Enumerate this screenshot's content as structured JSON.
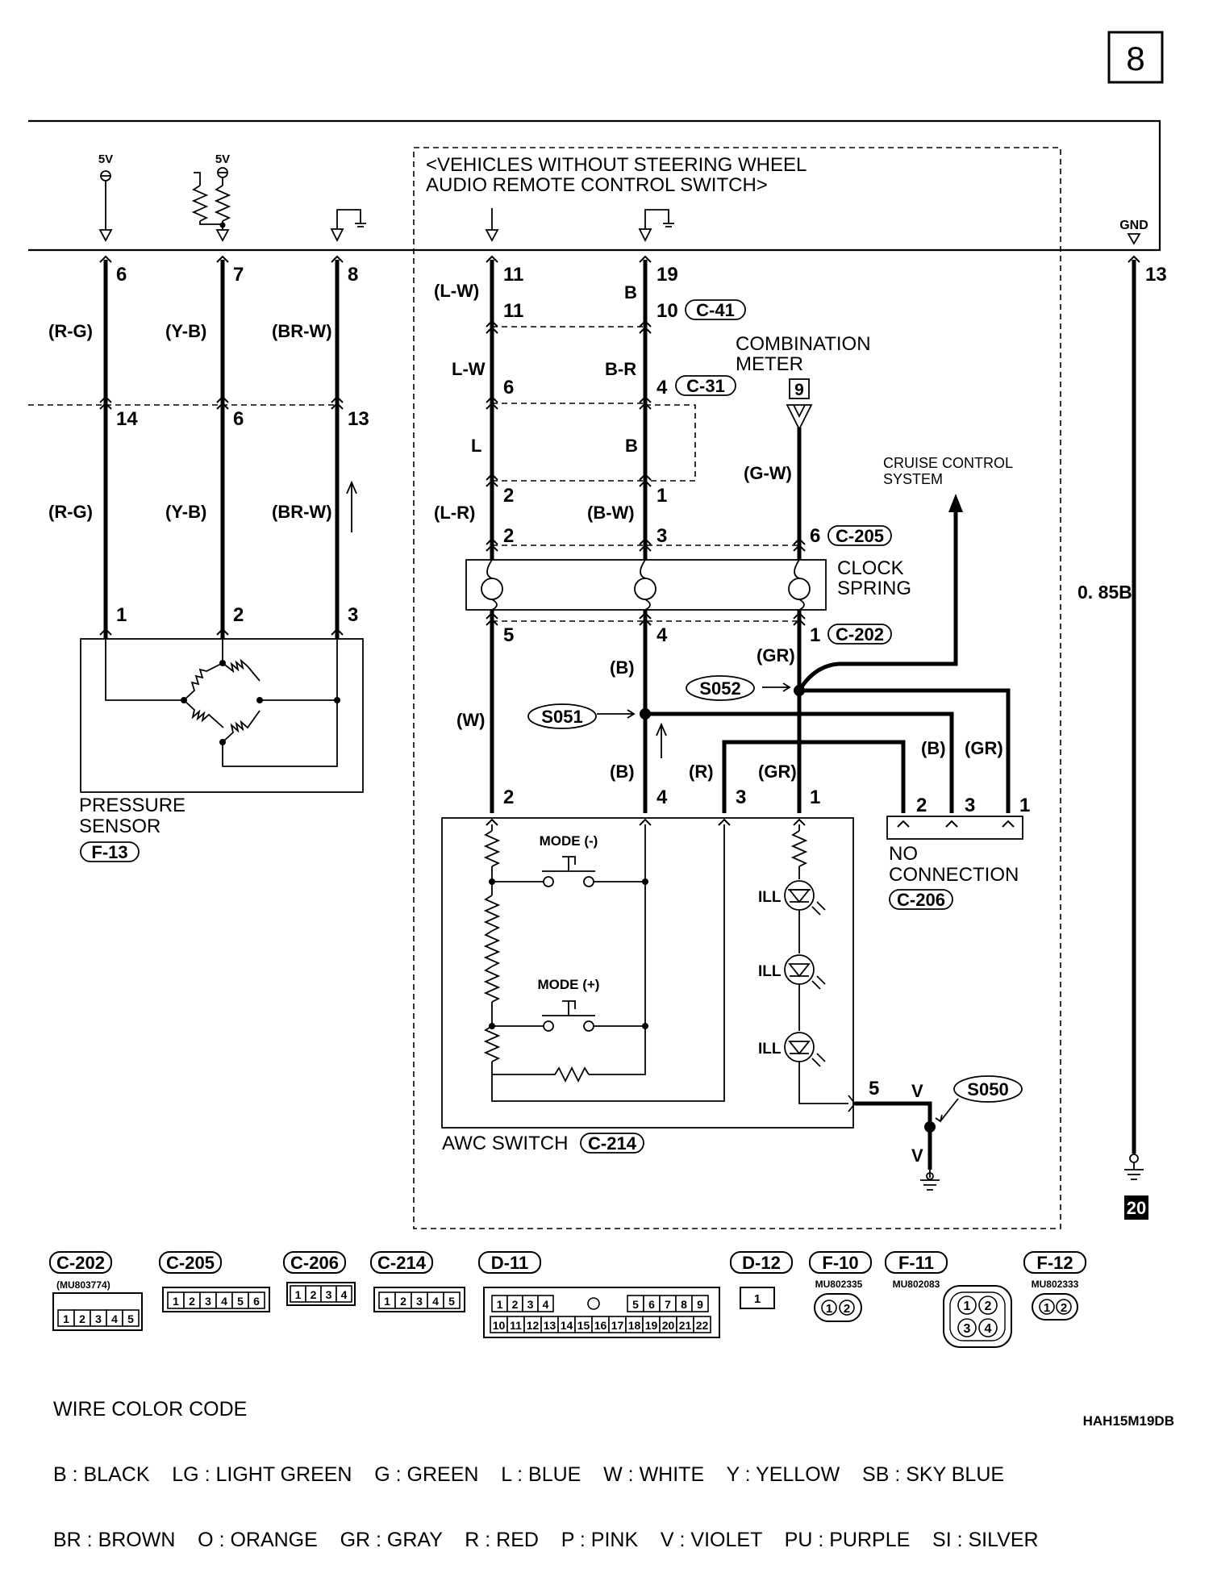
{
  "page_number": "8",
  "continue_page": "20",
  "drawing_code": "HAH15M19DB",
  "header_box": {
    "line1": "<VEHICLES WITHOUT STEERING WHEEL",
    "line2": "AUDIO REMOTE CONTROL SWITCH>"
  },
  "power": {
    "v1": "5V",
    "v2": "5V",
    "gnd": "GND"
  },
  "ecu_pins": {
    "p6": "6",
    "p7": "7",
    "p8": "8",
    "p11": "11",
    "p19": "19",
    "p13": "13"
  },
  "wires_left": {
    "rg": "(R-G)",
    "yb": "(Y-B)",
    "brw": "(BR-W)"
  },
  "mid_pins_left": {
    "p14": "14",
    "p6": "6",
    "p13": "13"
  },
  "sensor_pins": {
    "p1": "1",
    "p2": "2",
    "p3": "3"
  },
  "pressure_sensor": {
    "line1": "PRESSURE",
    "line2": "SENSOR",
    "connector": "F-13"
  },
  "c41": {
    "wire_l": "(L-W)",
    "wire_r": "B",
    "pin_l": "11",
    "pin_r": "10",
    "label": "C-41"
  },
  "c31": {
    "wire_l": "L-W",
    "wire_r": "B-R",
    "pin_l": "6",
    "pin_r": "4",
    "label": "C-31"
  },
  "harness_mid": {
    "wire_l": "L",
    "wire_r": "B",
    "pin_l": "2",
    "pin_r": "1"
  },
  "harness_low": {
    "wire_l": "(L-R)",
    "wire_r": "(B-W)"
  },
  "combination_meter": {
    "line1": "COMBINATION",
    "line2": "METER",
    "pin": "9",
    "wire": "(G-W)"
  },
  "c205": {
    "pin_l": "2",
    "pin_m": "3",
    "pin_r": "6",
    "label": "C-205"
  },
  "clock_spring": {
    "line1": "CLOCK",
    "line2": "SPRING"
  },
  "c202": {
    "pin_l": "5",
    "pin_m": "4",
    "pin_r": "1",
    "label": "C-202"
  },
  "cruise": {
    "line1": "CRUISE CONTROL",
    "line2": "SYSTEM"
  },
  "gnd_wire": "0. 85B",
  "splices": {
    "s051": "S051",
    "s052": "S052",
    "s050": "S050"
  },
  "wire_tags": {
    "b1": "(B)",
    "gr1": "(GR)",
    "w": "(W)",
    "b2": "(B)",
    "r": "(R)",
    "gr2": "(GR)",
    "b3": "(B)",
    "gr3": "(GR)",
    "v1": "V",
    "v2": "V"
  },
  "awc_pins": {
    "p2": "2",
    "p4": "4",
    "p3": "3",
    "p1": "1",
    "p5": "5"
  },
  "c206_pins": {
    "p2": "2",
    "p3": "3",
    "p1": "1"
  },
  "no_connection": {
    "line1": "NO",
    "line2": "CONNECTION",
    "connector": "C-206"
  },
  "awc_switch": {
    "label": "AWC SWITCH",
    "connector": "C-214",
    "mode_minus": "MODE (-)",
    "mode_plus": "MODE (+)",
    "ill": "ILL"
  },
  "connectors": {
    "c202": {
      "name": "C-202",
      "part": "(MU803774)",
      "pins": [
        "1",
        "2",
        "3",
        "4",
        "5"
      ]
    },
    "c205": {
      "name": "C-205",
      "pins": [
        "1",
        "2",
        "3",
        "4",
        "5",
        "6"
      ]
    },
    "c206": {
      "name": "C-206",
      "pins": [
        "1",
        "2",
        "3",
        "4"
      ]
    },
    "c214": {
      "name": "C-214",
      "pins": [
        "1",
        "2",
        "3",
        "4",
        "5"
      ]
    },
    "d11": {
      "name": "D-11",
      "top": [
        "1",
        "2",
        "3",
        "4",
        "5",
        "6",
        "7",
        "8",
        "9"
      ],
      "bottom": [
        "10",
        "11",
        "12",
        "13",
        "14",
        "15",
        "16",
        "17",
        "18",
        "19",
        "20",
        "21",
        "22"
      ]
    },
    "d12": {
      "name": "D-12",
      "pins": [
        "1"
      ]
    },
    "f10": {
      "name": "F-10",
      "part": "MU802335",
      "pins": [
        "1",
        "2"
      ]
    },
    "f11": {
      "name": "F-11",
      "part": "MU802083",
      "pins": [
        "1",
        "2",
        "3",
        "4"
      ]
    },
    "f12": {
      "name": "F-12",
      "part": "MU802333",
      "pins": [
        "1",
        "2"
      ]
    }
  },
  "legend": {
    "title": "WIRE COLOR CODE",
    "line1": "B : BLACK    LG : LIGHT GREEN    G : GREEN    L : BLUE    W : WHITE    Y : YELLOW    SB : SKY BLUE",
    "line2": "BR : BROWN    O : ORANGE    GR : GRAY    R : RED    P : PINK    V : VIOLET    PU : PURPLE    SI : SILVER"
  }
}
